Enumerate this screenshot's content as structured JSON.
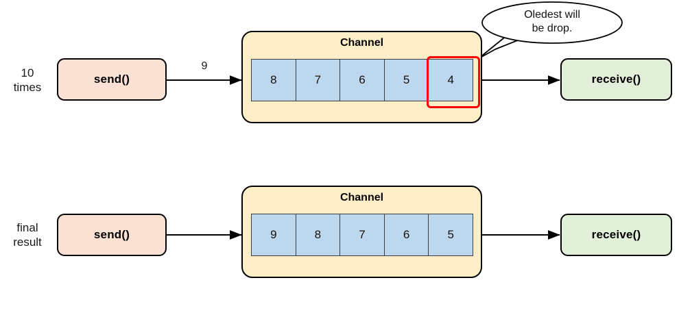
{
  "diagram": {
    "title": "Channel buffer drop-oldest illustration",
    "colors": {
      "send_fill": "#fae1d4",
      "receive_fill": "#e2efd9",
      "channel_fill": "#fdeec8",
      "cell_fill": "#bdd7ee",
      "highlight_stroke": "#fe0000",
      "stroke": "#000000"
    },
    "rows": [
      {
        "id": "row-top",
        "side_label": "10\ntimes",
        "send_label": "send()",
        "edge_label": "9",
        "channel_title": "Channel",
        "cells": [
          "8",
          "7",
          "6",
          "5",
          "4"
        ],
        "highlight_cell_index": 4,
        "receive_label": "receive()",
        "callout": "Oledest will\nbe drop."
      },
      {
        "id": "row-bottom",
        "side_label": "final\nresult",
        "send_label": "send()",
        "edge_label": "",
        "channel_title": "Channel",
        "cells": [
          "9",
          "8",
          "7",
          "6",
          "5"
        ],
        "highlight_cell_index": -1,
        "receive_label": "receive()",
        "callout": ""
      }
    ]
  }
}
